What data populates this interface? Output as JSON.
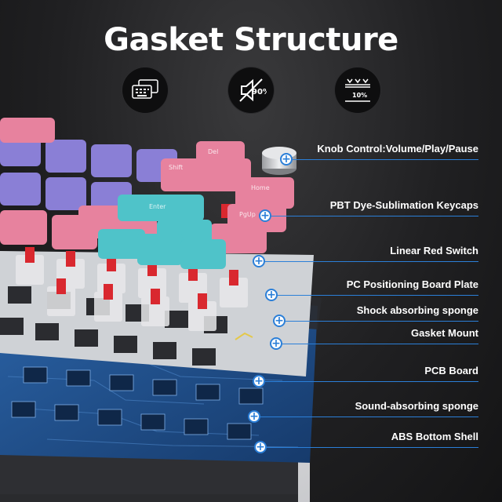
{
  "title": "Gasket Structure",
  "feature_icons": [
    {
      "name": "keyboard-layout-icon"
    },
    {
      "name": "percent-mute-icon",
      "label": "90%"
    },
    {
      "name": "compression-icon",
      "label": "10%"
    }
  ],
  "callouts": [
    {
      "name": "callout-knob",
      "label": "Knob Control:Volume/Play/Pause"
    },
    {
      "name": "callout-keycaps",
      "label": "PBT Dye-Sublimation Keycaps"
    },
    {
      "name": "callout-switch",
      "label": "Linear Red Switch"
    },
    {
      "name": "callout-plate",
      "label": "PC Positioning Board Plate"
    },
    {
      "name": "callout-sponge",
      "label": "Shock absorbing sponge"
    },
    {
      "name": "callout-gasket",
      "label": "Gasket Mount"
    },
    {
      "name": "callout-pcb",
      "label": "PCB Board"
    },
    {
      "name": "callout-sound-sponge",
      "label": "Sound-absorbing sponge"
    },
    {
      "name": "callout-bottom-shell",
      "label": "ABS Bottom Shell"
    }
  ],
  "colors": {
    "accent_blue": "#2b7fd8",
    "keycap_pink": "#e7829e",
    "keycap_purple": "#8a7fd6",
    "keycap_cyan": "#4fc3c9",
    "switch_red": "#d9282f",
    "pcb_blue": "#1f4f8f",
    "plate_gray": "#cfd2d6"
  },
  "keycap_legends": [
    "Del",
    "Home",
    "PgUp",
    "Enter",
    "Shift"
  ]
}
